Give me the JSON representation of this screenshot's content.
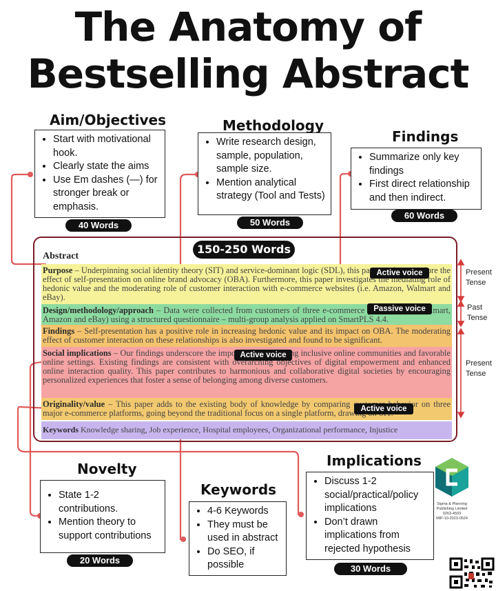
{
  "title": {
    "line1": "The Anatomy of",
    "line2": "Bestselling Abstract"
  },
  "sections": {
    "aim": {
      "heading": "Aim/Objectives",
      "items": [
        "Start with motivational hook.",
        "Clearly state the aims",
        "Use Em dashes (—) for stronger break or emphasis."
      ],
      "words": "40 Words"
    },
    "methodology": {
      "heading": "Methodology",
      "items": [
        "Write research design, sample, population, sample size.",
        "Mention analytical strategy (Tool and Tests)"
      ],
      "words": "50 Words"
    },
    "findings": {
      "heading": "Findings",
      "items": [
        "Summarize only key findings",
        "First direct relationship and then indirect."
      ],
      "words": "60 Words"
    },
    "novelty": {
      "heading": "Novelty",
      "items": [
        "State 1-2 contributions.",
        "Mention theory to support contributions"
      ],
      "words": "20 Words"
    },
    "keywords": {
      "heading": "Keywords",
      "items": [
        "4-6 Keywords",
        "They must be used in abstract",
        "Do SEO, if possible"
      ]
    },
    "implications": {
      "heading": "Implications",
      "items": [
        "Discuss 1-2 social/practical/policy implications",
        "Don’t drawn implications from rejected hypothesis"
      ],
      "words": "30 Words"
    }
  },
  "abstract": {
    "range": "150-250 Words",
    "heading": "Abstract",
    "purpose_label": "Purpose",
    "purpose_text": " – Underpinning social identity theory (SIT) and service-dominant logic (SDL), this paper seeks to explore the effect of self-presentation on online brand advocacy (OBA). Furthermore, this paper investigates the mediating role of hedonic value and the moderating role of customer interaction with e-commerce websites (i.e. Amazon, Walmart and eBay).",
    "design_label": "Design/methodology/approach",
    "design_text": " – Data were collected from customers of three e-commerce platforms (i.e. Walmart, Amazon and eBay) using a structured questionnaire – multi-group analysis applied on SmartPLS 4.4.",
    "findings_label": "Findings",
    "findings_text": " – Self-presentation has a positive role in increasing hedonic value and its impact on OBA. The moderating effect of customer interaction on these relationships is also investigated and found to be significant.",
    "social_label": "Social implications",
    "social_text": " – Our findings underscore the importance of fostering inclusive online communities and favorable online settings. Existing findings are consistent with overarching objectives of digital empowerment and enhanced online interaction quality. This paper contributes to harmonious and collaborative digital societies by encouraging personalized experiences that foster a sense of belonging among diverse customers.",
    "originality_label": "Originality/value",
    "originality_text": " – This paper adds to the existing body of knowledge by comparing customer behavior on three major e-commerce platforms, going beyond the traditional focus on a single platform, drawing on SIT.",
    "keywords_label": "Keywords",
    "keywords_text": " Knowledge sharing, Job experience, Hospital employees, Organizational performance, Injustice"
  },
  "voices": {
    "v1": "Active voice",
    "v2": "Passive voice",
    "v3": "Active voice",
    "v4": "Active voice"
  },
  "tenses": {
    "t1a": "Present",
    "t1b": "Tense",
    "t2a": "Past",
    "t2b": "Tense",
    "t3a": "Present",
    "t3b": "Tense"
  },
  "publisher": {
    "line1": "Sigma & Planning",
    "line2": "Publishing Limited",
    "line3": "0263-4503",
    "line4": "MIP-10-2023-0524"
  },
  "colors": {
    "frame": "#7a1b27",
    "connector": "#e05a5a",
    "purpose": "#f6f29a",
    "design": "#8ddba0",
    "findings": "#f4c36d",
    "social": "#f6a3a3",
    "keywords": "#c7b6ee"
  }
}
